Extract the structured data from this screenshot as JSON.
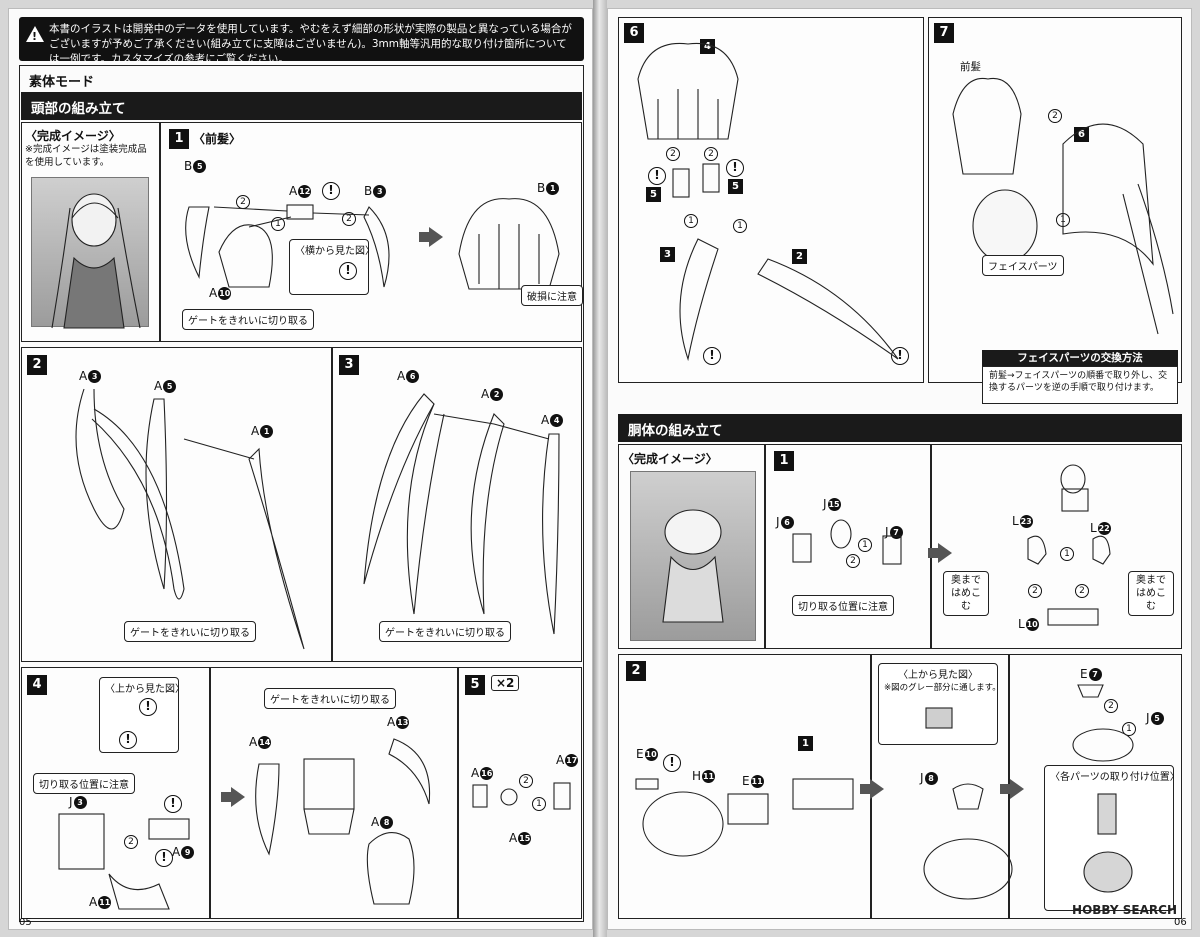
{
  "notice": "本書のイラストは開発中のデータを使用しています。やむをえず細部の形状が実際の製品と異なっている場合がございますが予めご了承ください(組み立てに支障はございません)。3mm軸等汎用的な取り付け箇所については一例です。カスタマイズの参考にご覧ください。",
  "left_page": {
    "mode_title": "素体モード",
    "head_section": "頭部の組み立て",
    "completed_image_label": "〈完成イメージ〉",
    "completed_image_note": "※完成イメージは塗装完成品を使用しています。",
    "step1": {
      "num": "1",
      "title": "〈前髪〉",
      "parts": [
        "B",
        "A",
        "B",
        "A",
        "B"
      ],
      "part_nums": [
        "5",
        "12",
        "3",
        "10",
        "1"
      ],
      "side_view": "〈横から見た図〉",
      "gate_note": "ゲートをきれいに切り取る",
      "damage_note": "破損に注意"
    },
    "step2": {
      "num": "2",
      "parts": [
        "A",
        "A",
        "A"
      ],
      "part_nums": [
        "3",
        "5",
        "1"
      ],
      "gate_note": "ゲートをきれいに切り取る"
    },
    "step3": {
      "num": "3",
      "parts": [
        "A",
        "A",
        "A"
      ],
      "part_nums": [
        "6",
        "2",
        "4"
      ],
      "gate_note": "ゲートをきれいに切り取る"
    },
    "step4": {
      "num": "4",
      "top_view": "〈上から見た図〉",
      "cut_note": "切り取る位置に注意",
      "gate_note": "ゲートをきれいに切り取る",
      "parts": [
        "J",
        "A",
        "A",
        "A",
        "A",
        "A"
      ],
      "part_nums": [
        "3",
        "9",
        "11",
        "14",
        "13",
        "8"
      ]
    },
    "step5": {
      "num": "5",
      "multiplier": "×2",
      "parts": [
        "A",
        "A",
        "A"
      ],
      "part_nums": [
        "16",
        "17",
        "15"
      ]
    },
    "page_number": "05"
  },
  "right_page": {
    "step6": {
      "num": "6",
      "parts": [
        "4",
        "5",
        "5",
        "3",
        "2"
      ]
    },
    "step7": {
      "num": "7",
      "bangs": "前髪",
      "part": "6",
      "face_parts": "フェイスパーツ"
    },
    "face_exchange": {
      "title": "フェイスパーツの交換方法",
      "body": "前髪→フェイスパーツの順番で取り外し、交換するパーツを逆の手順で取り付けます。"
    },
    "torso_section": "胴体の組み立て",
    "completed_image_label": "〈完成イメージ〉",
    "t_step1": {
      "num": "1",
      "parts": [
        "J",
        "J",
        "J",
        "L",
        "L",
        "L"
      ],
      "part_nums": [
        "15",
        "6",
        "7",
        "23",
        "22",
        "10"
      ],
      "cut_note": "切り取る位置に注意",
      "push_note": "奥まではめこむ"
    },
    "t_step2": {
      "num": "2",
      "parts": [
        "E",
        "H",
        "E",
        "J",
        "E",
        "J"
      ],
      "part_nums": [
        "10",
        "11",
        "11",
        "8",
        "7",
        "5"
      ],
      "top_view": "〈上から見た図〉",
      "gray_note": "※図のグレー部分に通します。",
      "positions": "〈各パーツの取り付け位置〉",
      "inner_step": "1"
    },
    "page_number": "06",
    "watermark": "HOBBY SEARCH"
  },
  "circle_nums": [
    "1",
    "2",
    "!"
  ]
}
